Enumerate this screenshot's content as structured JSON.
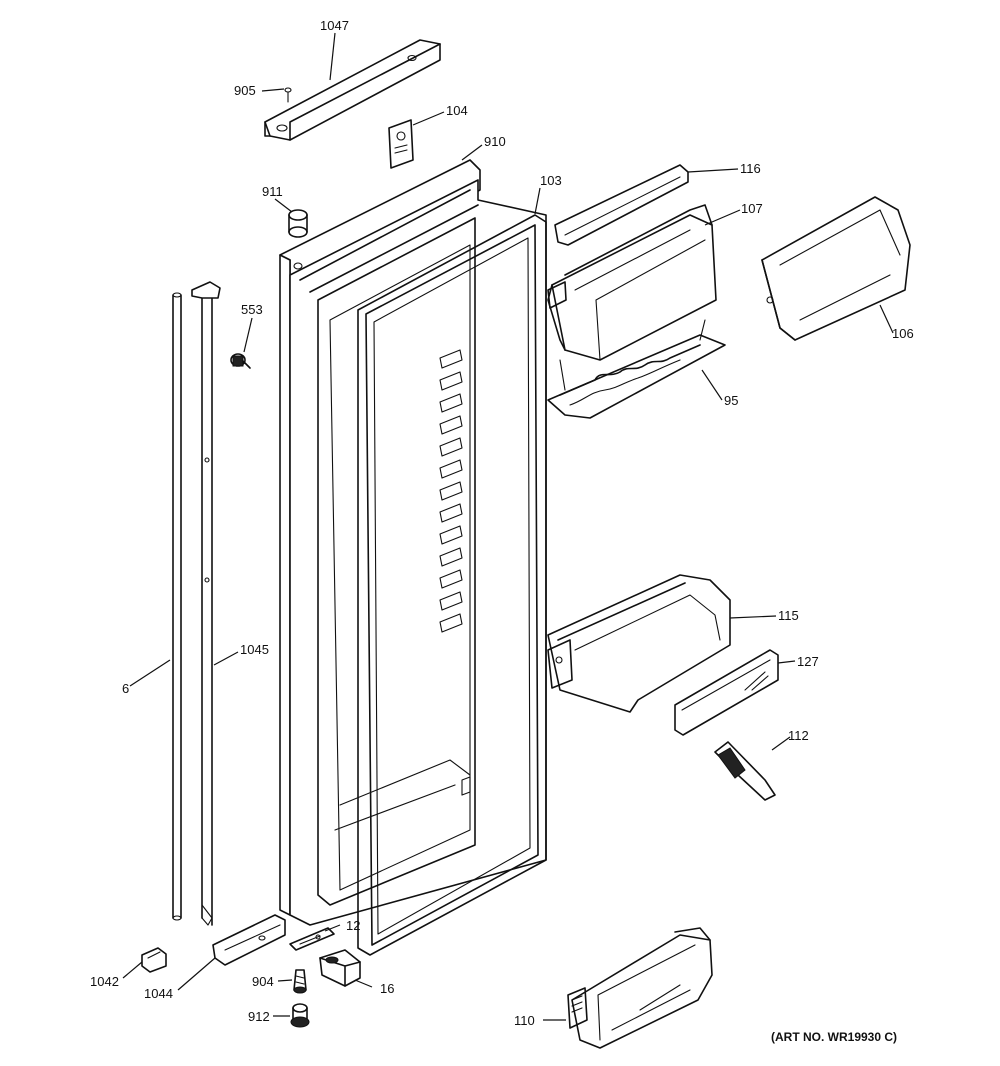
{
  "callouts": {
    "c1047": "1047",
    "c905": "905",
    "c104": "104",
    "c910": "910",
    "c911": "911",
    "c103": "103",
    "c116": "116",
    "c107": "107",
    "c106": "106",
    "c95": "95",
    "c553": "553",
    "c6": "6",
    "c1045": "1045",
    "c115": "115",
    "c127": "127",
    "c112": "112",
    "c12": "12",
    "c16": "16",
    "c904": "904",
    "c912": "912",
    "c1042": "1042",
    "c1044": "1044",
    "c110": "110"
  },
  "art_number": "(ART NO. WR19930 C)"
}
